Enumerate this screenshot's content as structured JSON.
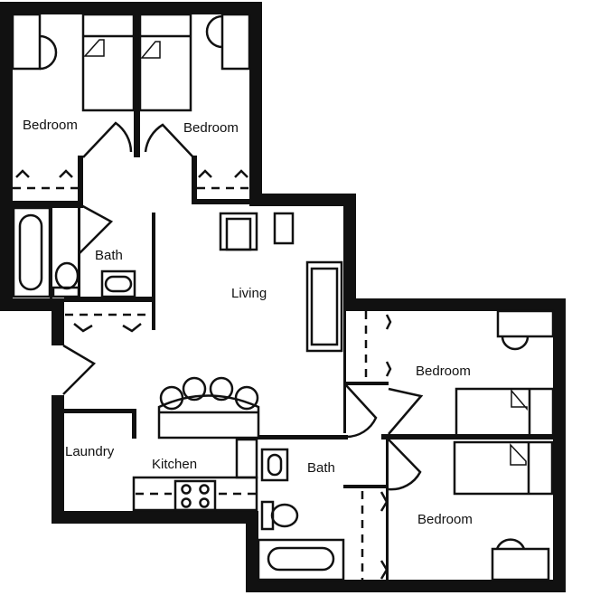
{
  "floorplan": {
    "rooms": [
      {
        "id": "bedroom-1",
        "label": "Bedroom"
      },
      {
        "id": "bedroom-2",
        "label": "Bedroom"
      },
      {
        "id": "bath-1",
        "label": "Bath"
      },
      {
        "id": "living",
        "label": "Living"
      },
      {
        "id": "bedroom-3",
        "label": "Bedroom"
      },
      {
        "id": "laundry",
        "label": "Laundry"
      },
      {
        "id": "kitchen",
        "label": "Kitchen"
      },
      {
        "id": "bath-2",
        "label": "Bath"
      },
      {
        "id": "bedroom-4",
        "label": "Bedroom"
      }
    ],
    "colors": {
      "wall": "#111111",
      "background": "#ffffff"
    }
  }
}
